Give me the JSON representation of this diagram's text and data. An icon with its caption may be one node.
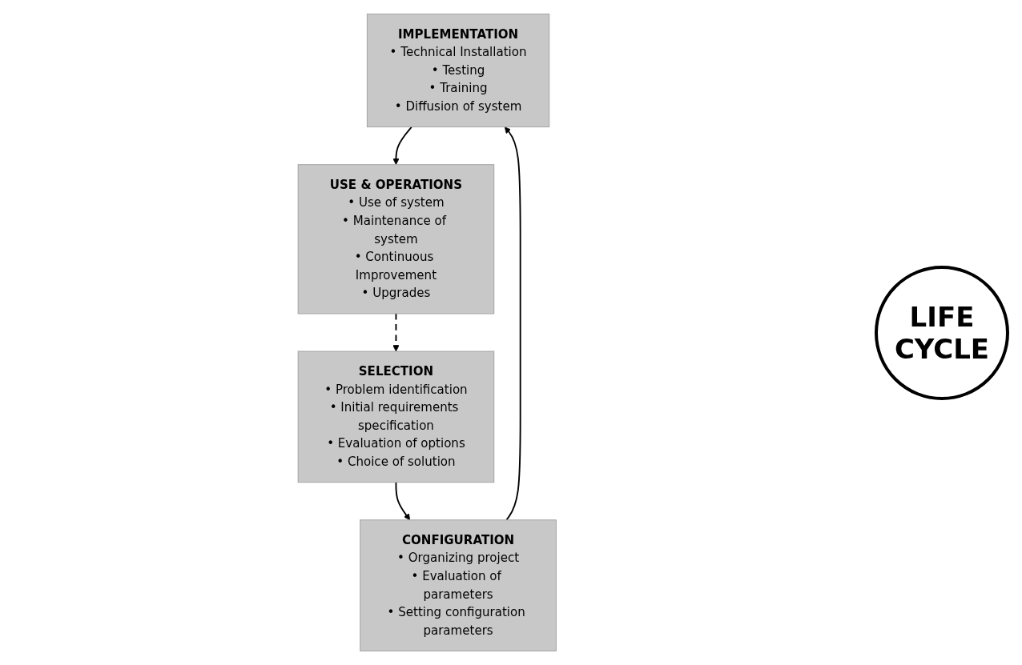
{
  "diagram": {
    "nodes": [
      {
        "text": [
          "IMPLEMENTATION",
          "• Technical Installation",
          "• Testing",
          "• Training",
          "• Diffusion of system"
        ]
      },
      {
        "text": [
          "CONFIGURATION",
          "• Organizing project",
          "• Evaluation of parameters",
          "• Setting configuration parameters"
        ]
      },
      {
        "text": [
          "USE & OPERATIONS",
          "• Use of system",
          "• Maintenance of system",
          "• Continuous Improvement",
          "• Upgrades"
        ]
      },
      {
        "text": [
          "SELECTION",
          "• Problem identification",
          "• Initial requirements specification",
          "• Evaluation of options",
          "• Choice of solution"
        ]
      }
    ],
    "edges": [
      {
        "from": 1,
        "to": 0,
        "arrow": "to"
      },
      {
        "from": 0,
        "to": 2,
        "arrow": "to"
      },
      {
        "from": 2,
        "to": 3,
        "arrow": "to",
        "style": "dashed"
      },
      {
        "from": 3,
        "to": 1,
        "arrow": "to"
      }
    ],
    "labels": [
      "LIFE CYCLE"
    ]
  }
}
